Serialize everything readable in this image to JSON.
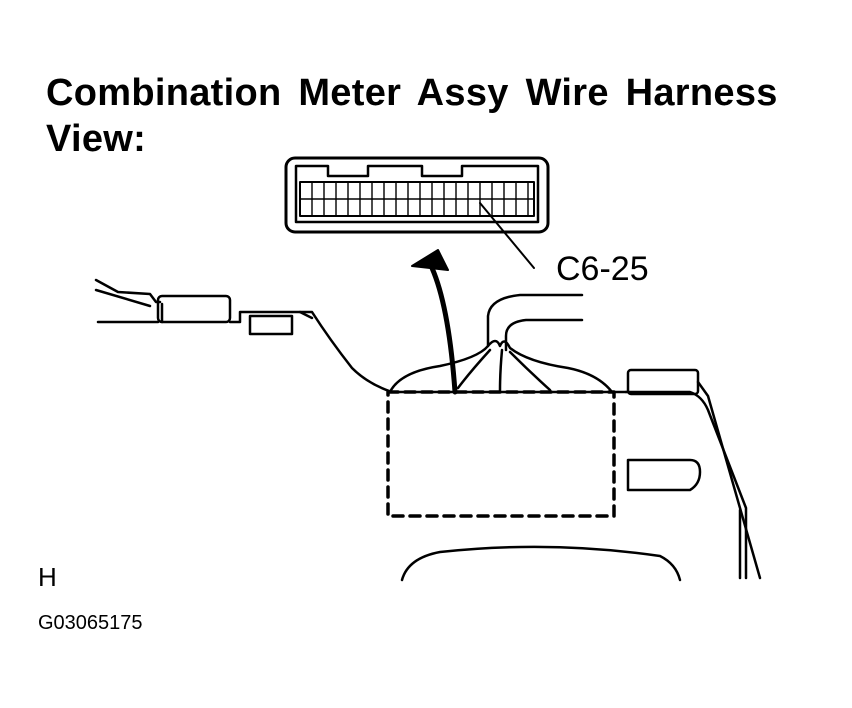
{
  "title": {
    "line1": "Combination Meter Assy Wire Harness",
    "line2": "View:"
  },
  "callout": {
    "connector_code": "C6-25"
  },
  "view_letter": "H",
  "figure_id": "G03065175"
}
